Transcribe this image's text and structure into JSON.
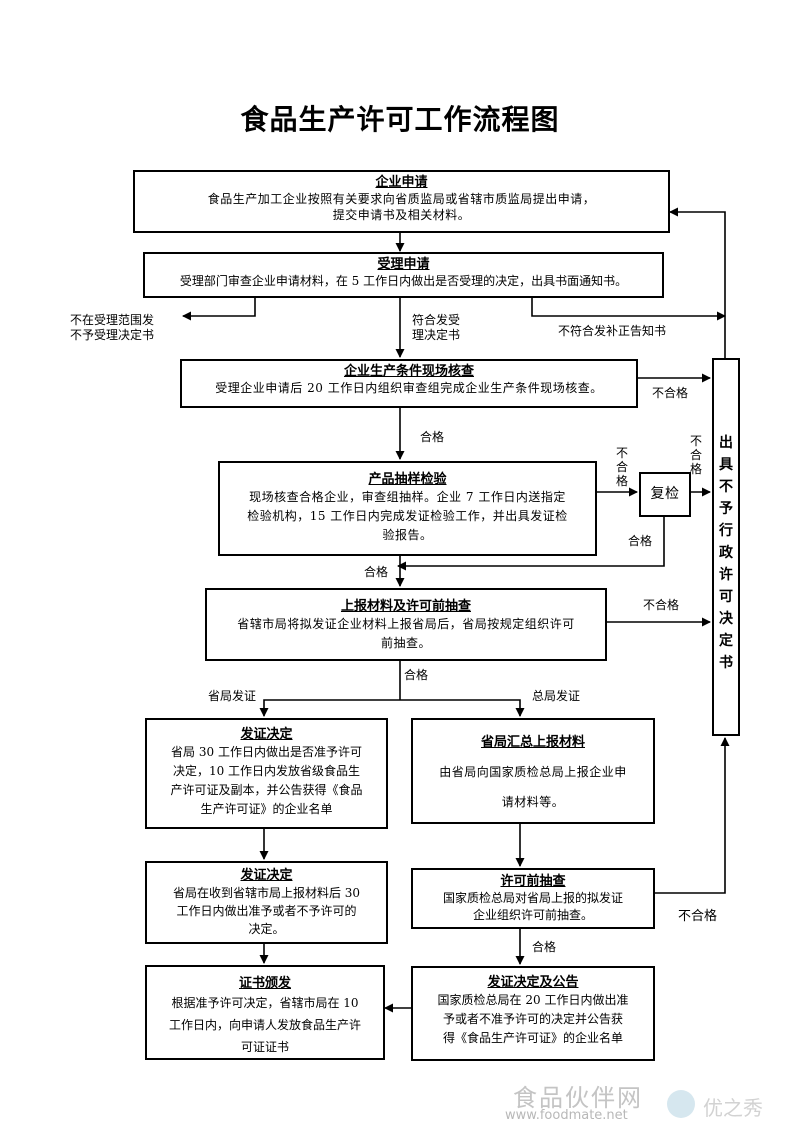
{
  "title": "食品生产许可工作流程图",
  "boxes": {
    "apply": {
      "heading": "企业申请",
      "lines": [
        "食品生产加工企业按照有关要求向省质监局或省辖市质监局提出申请，",
        "提交申请书及相关材料。"
      ]
    },
    "accept": {
      "heading": "受理申请",
      "lines": [
        "受理部门审查企业申请材料，在 5 工作日内做出是否受理的决定，出具书面通知书。"
      ]
    },
    "inspect": {
      "heading": "企业生产条件现场核查",
      "lines": [
        "受理企业申请后 20 工作日内组织审查组完成企业生产条件现场核查。"
      ]
    },
    "sample": {
      "heading": "产品抽样检验",
      "lines": [
        "现场核查合格企业，审查组抽样。企业 7 工作日内送指定",
        "检验机构，15 工作日内完成发证检验工作，并出具发证检",
        "验报告。"
      ]
    },
    "report": {
      "heading": "上报材料及许可前抽查",
      "lines": [
        "省辖市局将拟发证企业材料上报省局后，省局按规定组织许可",
        "前抽查。"
      ]
    },
    "issue_left": {
      "heading": "发证决定",
      "lines": [
        "省局 30 工作日内做出是否准予许可",
        "决定，10 工作日内发放省级食品生",
        "产许可证及副本，并公告获得《食品",
        "生产许可证》的企业名单"
      ]
    },
    "summary": {
      "heading": "省局汇总上报材料",
      "lines": [
        "由省局向国家质检总局上报企业申",
        "请材料等。"
      ]
    },
    "issue_left2": {
      "heading": "发证决定",
      "lines": [
        "省局在收到省辖市局上报材料后 30",
        "工作日内做出准予或者不予许可的",
        "决定。"
      ]
    },
    "precheck": {
      "heading": "许可前抽查",
      "lines": [
        "国家质检总局对省局上报的拟发证",
        "企业组织许可前抽查。"
      ]
    },
    "cert": {
      "heading": "证书颁发",
      "lines": [
        "根据准予许可决定，省辖市局在 10",
        "工作日内，向申请人发放食品生产许",
        "可证证书"
      ]
    },
    "final": {
      "heading": "发证决定及公告",
      "lines": [
        "国家质检总局在 20 工作日内做出准",
        "予或者不准予许可的决定并公告获",
        "得《食品生产许可证》的企业名单"
      ]
    },
    "recheck": {
      "label": "复检"
    },
    "refuse_chars": [
      "出",
      "具",
      "不",
      "予",
      "行",
      "政",
      "许",
      "可",
      "决",
      "定",
      "书"
    ]
  },
  "labels": {
    "out_of_scope": [
      "不在受理范围发",
      "不予受理决定书"
    ],
    "accept_notice": [
      "符合发受",
      "理决定书"
    ],
    "correction": "不符合发补正告知书",
    "fail_inspect": "不合格",
    "pass_1": "合格",
    "fail_a": [
      "不",
      "合",
      "格"
    ],
    "fail_b": [
      "不",
      "合",
      "格"
    ],
    "pass_recheck": "合格",
    "pass_2": "合格",
    "fail_report": "不合格",
    "pass_3": "合格",
    "prov_issue": "省局发证",
    "gen_issue": "总局发证",
    "pass_4": "合格",
    "fail_final": "不合格"
  },
  "watermark": {
    "cn": "食品伙伴网",
    "url": "www.foodmate.net",
    "brand": "优之秀"
  }
}
